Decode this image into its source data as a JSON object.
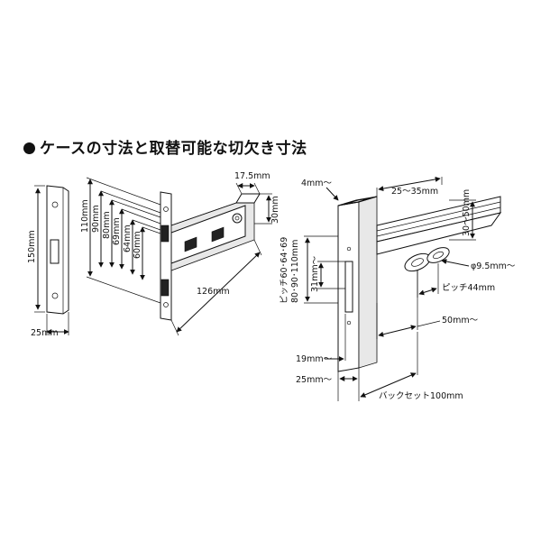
{
  "heading": "ケースの寸法と取替可能な切欠き寸法",
  "left": {
    "front_height": "150mm",
    "front_width": "25mm",
    "dims_vertical": [
      "110mm",
      "90mm",
      "80mm",
      "69mm",
      "64mm",
      "60mm"
    ],
    "depth": "126mm",
    "top_width": "17.5mm",
    "side_height": "30mm"
  },
  "right": {
    "top_min": "4mm～",
    "range_width": "25～35mm",
    "range_height": "30～50mm",
    "pitch_label_1": "ピッチ60･64･69",
    "pitch_label_2": "80･90･110mm",
    "dim_31": "31mm～",
    "phi": "φ9.5mm～",
    "pitch44": "ピッチ44mm",
    "dim_50": "50mm～",
    "dim_19": "19mm～",
    "dim_25": "25mm～",
    "backset": "バックセット100mm"
  }
}
